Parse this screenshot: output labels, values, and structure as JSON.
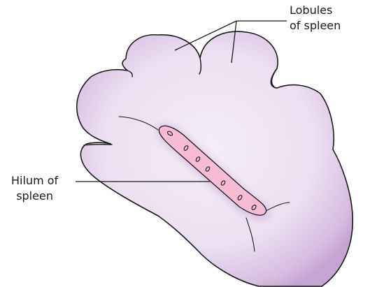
{
  "labels": {
    "lobules": {
      "line1": "Lobules",
      "line2": "of spleen"
    },
    "hilum": {
      "line1": "Hilum of",
      "line2": "spleen"
    }
  },
  "colors": {
    "spleen_fill_light": "#f2e9f6",
    "spleen_fill_dark": "#c9a8d6",
    "spleen_outline": "#1a1a1a",
    "hilum_fill": "#f5bcd3",
    "hilum_glow": "#b98ac8",
    "leader_line": "#1a1a1a"
  }
}
